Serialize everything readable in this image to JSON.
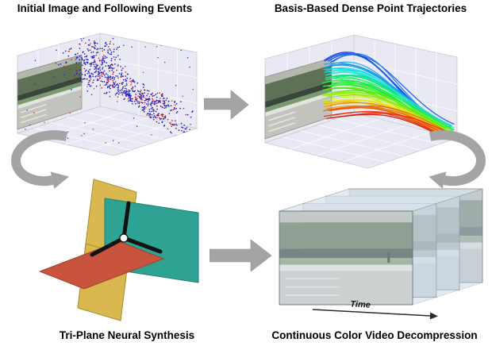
{
  "figure": {
    "panels": {
      "events": {
        "title": "Initial Image and Following Events"
      },
      "trajectories": {
        "title": "Basis-Based Dense Point Trajectories"
      },
      "triplane": {
        "title": "Tri-Plane Neural Synthesis"
      },
      "video": {
        "title": "Continuous Color Video Decompression",
        "time_label": "Time"
      }
    },
    "colors": {
      "arrow_gray": "#a4a4a4",
      "event_blue": "#2020cc",
      "event_red": "#d62222",
      "plane_teal": "#2ea394",
      "plane_yellow": "#d8b84f",
      "plane_red": "#c9543d",
      "pane_bg": "#e9e9f3",
      "trajectory_hue_start": 230,
      "trajectory_hue_end": 2
    },
    "events": {
      "stream_points": 540,
      "cluster_points": 170,
      "sparse_points": 80,
      "streak_count": 26
    },
    "trajectories": {
      "curve_count": 56
    }
  }
}
